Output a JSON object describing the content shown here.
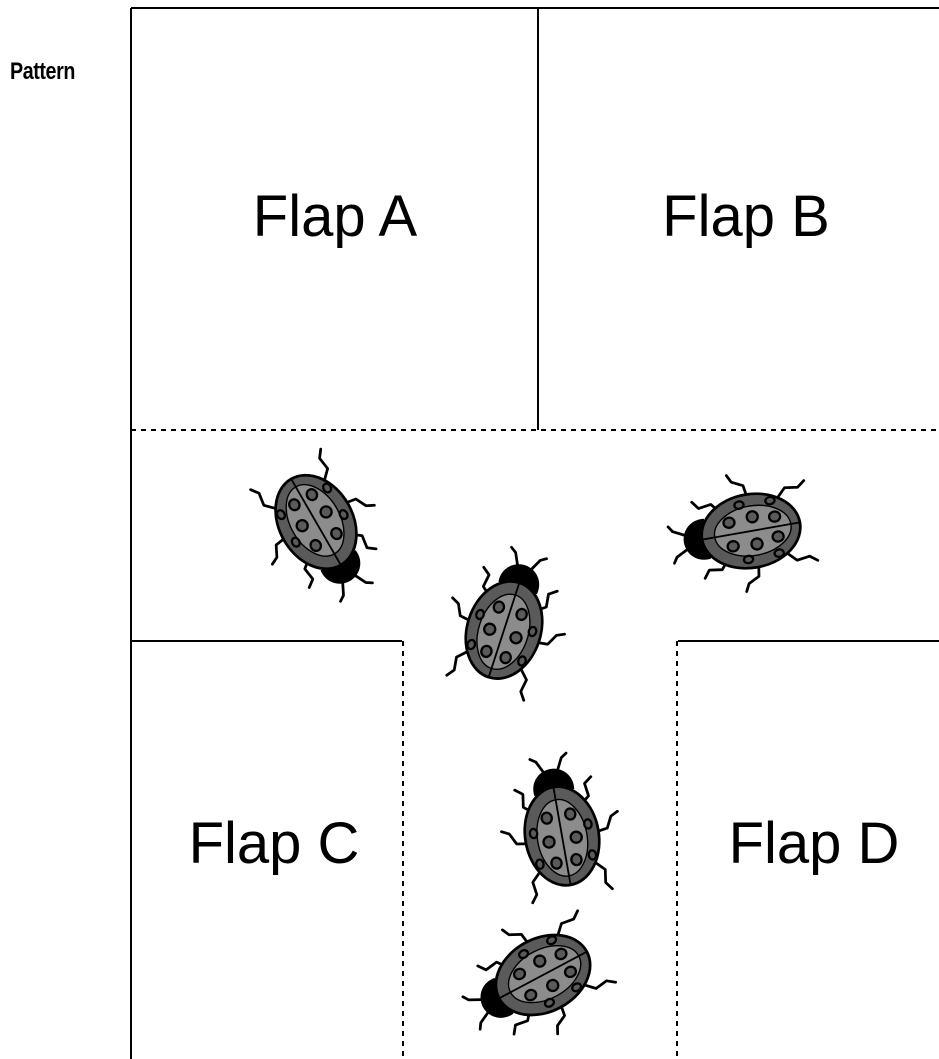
{
  "header": {
    "title": "Pattern"
  },
  "flaps": [
    {
      "id": "a",
      "label": "Flap A"
    },
    {
      "id": "b",
      "label": "Flap B"
    },
    {
      "id": "c",
      "label": "Flap C"
    },
    {
      "id": "d",
      "label": "Flap D"
    }
  ],
  "decorations": {
    "icon": "ladybug-icon",
    "count": 5
  },
  "colors": {
    "ink": "#000000",
    "shell_outer": "#5a5a5a",
    "shell_inner": "#8c8c8c"
  }
}
